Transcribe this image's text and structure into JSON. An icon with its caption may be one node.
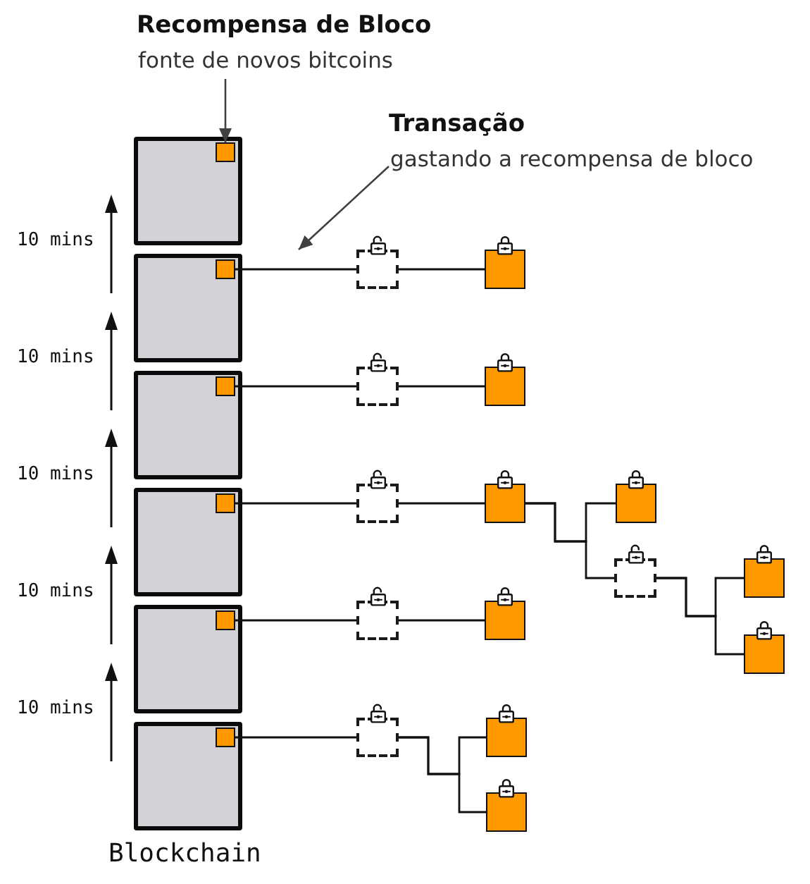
{
  "diagram": {
    "nodes": [
      {
        "text": [
          "Recompensa de Bloco",
          "fonte de novos bitcoins"
        ]
      },
      {
        "text": [
          "Transação",
          "gastando a recompensa de bloco"
        ]
      },
      {
        "text": [],
        "shape": "box"
      },
      {
        "text": [],
        "shape": "box",
        "in": 2
      },
      {
        "text": [],
        "shape": "box"
      },
      {
        "text": [],
        "shape": "box",
        "in": 4
      },
      {
        "text": [],
        "shape": "box"
      },
      {
        "text": [],
        "shape": "box"
      },
      {
        "text": [],
        "shape": "box"
      },
      {
        "text": [],
        "shape": "box",
        "in": 8
      },
      {
        "text": [],
        "shape": "box"
      },
      {
        "text": [],
        "shape": "box"
      },
      {
        "text": [],
        "shape": "box"
      },
      {
        "text": [],
        "shape": "box",
        "in": 12
      },
      {
        "text": [],
        "shape": "box"
      },
      {
        "text": [],
        "shape": "box"
      },
      {
        "text": [],
        "shape": "box"
      },
      {
        "text": [],
        "shape": "box"
      },
      {
        "text": [],
        "shape": "box"
      },
      {
        "text": [],
        "shape": "box"
      },
      {
        "text": [],
        "shape": "box"
      },
      {
        "text": [],
        "shape": "box",
        "in": 20
      },
      {
        "text": [],
        "shape": "box"
      },
      {
        "text": [],
        "shape": "box"
      },
      {
        "text": [],
        "shape": "box"
      },
      {
        "text": [],
        "shape": "box",
        "in": 24
      },
      {
        "text": [],
        "shape": "box"
      },
      {
        "text": [],
        "shape": "box"
      },
      {
        "text": [],
        "shape": "box"
      }
    ],
    "edges": [
      {
        "from": 0,
        "to": 3,
        "arrow": "to",
        "color": "#404040"
      },
      {
        "from": 1,
        "to": null,
        "arrow": "to",
        "color": "#404040"
      },
      {
        "from": 5,
        "to": 6,
        "arrow": "none"
      },
      {
        "from": 6,
        "to": 7,
        "arrow": "none"
      },
      {
        "from": 9,
        "to": 10,
        "arrow": "none"
      },
      {
        "from": 10,
        "to": 11,
        "arrow": "none"
      },
      {
        "from": 13,
        "to": 14,
        "arrow": "none"
      },
      {
        "from": 14,
        "to": 15,
        "arrow": "none"
      },
      {
        "from": 15,
        "to": 16,
        "arrow": "none"
      },
      {
        "from": 15,
        "to": 17,
        "arrow": "none"
      },
      {
        "from": 17,
        "to": 18,
        "arrow": "none"
      },
      {
        "from": 17,
        "to": 19,
        "arrow": "none"
      },
      {
        "from": 21,
        "to": 22,
        "arrow": "none"
      },
      {
        "from": 22,
        "to": 23,
        "arrow": "none"
      },
      {
        "from": 25,
        "to": 26,
        "arrow": "none"
      },
      {
        "from": 26,
        "to": 27,
        "arrow": "none"
      },
      {
        "from": 26,
        "to": 28,
        "arrow": "none"
      }
    ],
    "labels": [
      "10 mins",
      "10 mins",
      "10 mins",
      "10 mins",
      "10 mins",
      "Blockchain"
    ]
  }
}
